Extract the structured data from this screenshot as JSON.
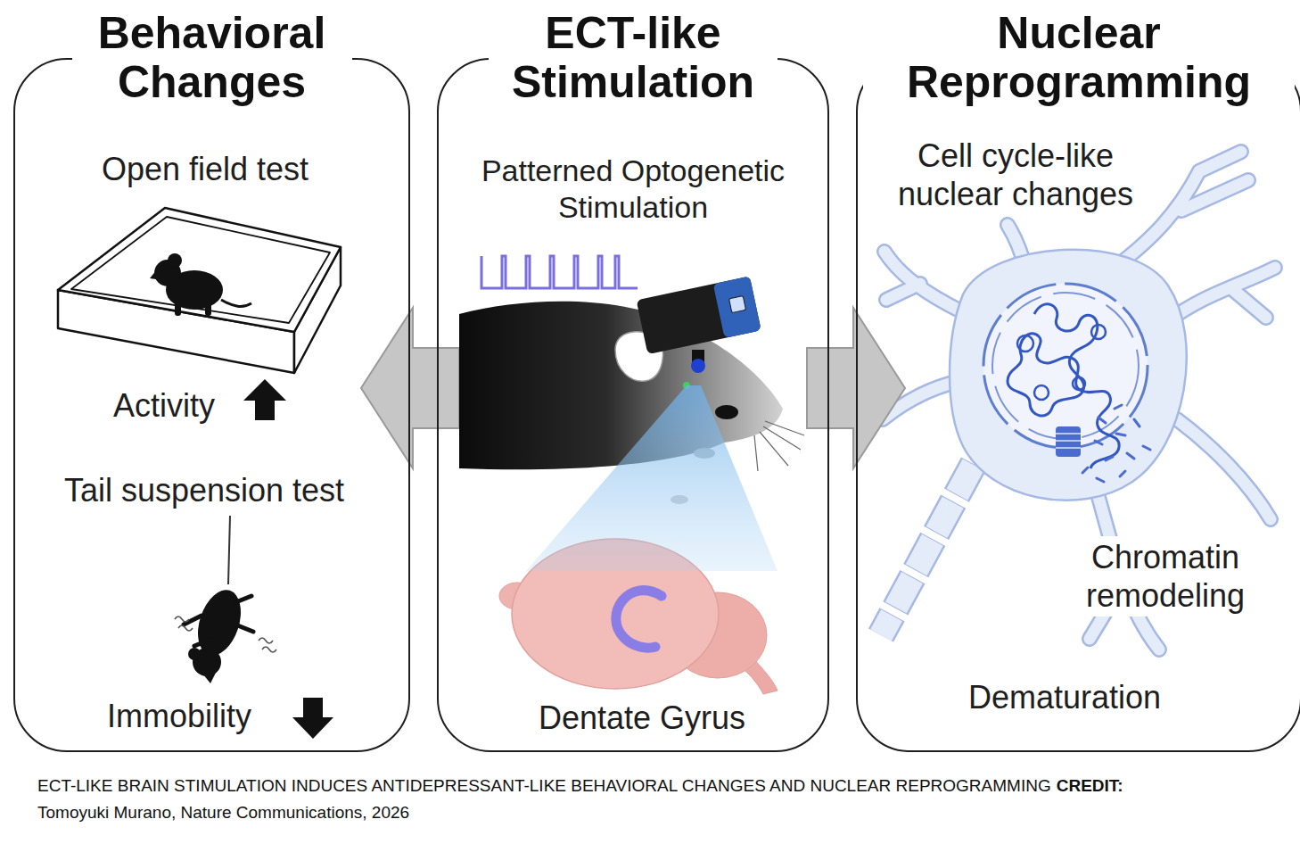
{
  "diagram": {
    "caption": "ECT-LIKE BRAIN STIMULATION INDUCES ANTIDEPRESSANT-LIKE BEHAVIORAL CHANGES AND NUCLEAR REPROGRAMMING",
    "nodes": [
      {
        "text": [
          "Behavioral Changes",
          "Open field test",
          "Activity",
          "Tail suspension test",
          "Immobility"
        ]
      },
      {
        "text": [
          "ECT-like Stimulation",
          "Patterned Optogenetic Stimulation",
          "Dentate Gyrus"
        ]
      },
      {
        "text": [
          "Nuclear Reprogramming",
          "Cell cycle-like nuclear changes",
          "Chromatin remodeling",
          "Dematuration"
        ]
      }
    ],
    "edges": [
      {
        "from": 1,
        "to": 0,
        "arrow": "to"
      },
      {
        "from": 1,
        "to": 2,
        "arrow": "to"
      }
    ],
    "labels": [
      "CREDIT:",
      "Tomoyuki Murano, Nature Communications, 2026"
    ]
  }
}
